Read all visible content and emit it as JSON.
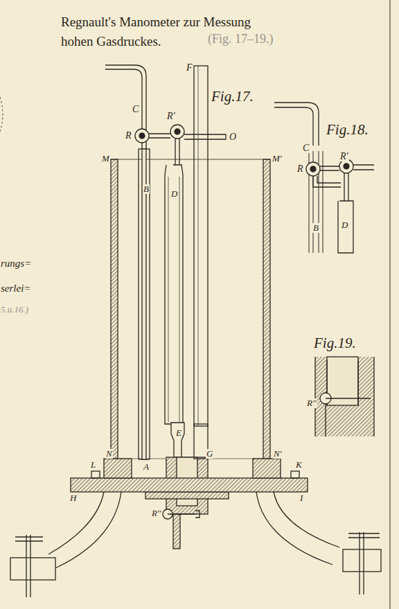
{
  "diagram": {
    "title": "Regnault's Manometer zur Messung hohen Gasdruckes.",
    "labels": [
      "(Fig. 17–19.)",
      "Fig.17.",
      "F",
      "C",
      "R'",
      "R",
      "O",
      "M",
      "M'",
      "B",
      "D",
      "E",
      "N",
      "N'",
      "A",
      "G",
      "L",
      "K",
      "H",
      "I",
      "R''",
      "Fig.18.",
      "C",
      "R",
      "R'",
      "B",
      "D",
      "Fig.19.",
      "R''",
      "rungs=",
      "serlei=",
      "5.u.16.)"
    ]
  }
}
